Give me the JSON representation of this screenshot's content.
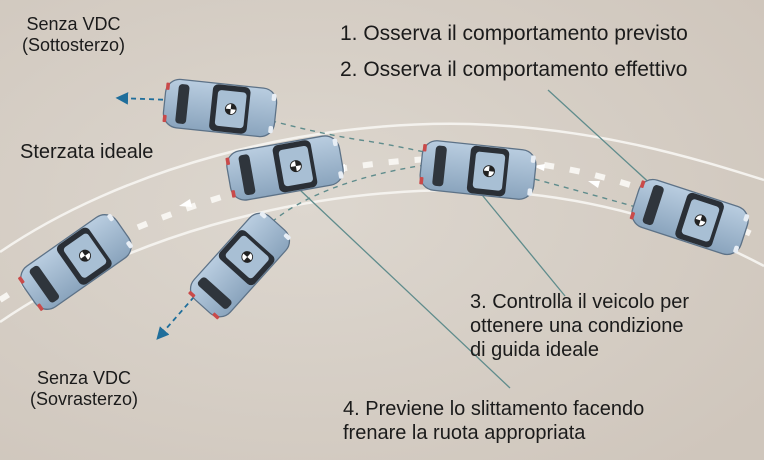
{
  "labels": {
    "top_left": "Senza VDC\n(Sottosterzo)",
    "ideal": "Sterzata ideale",
    "bottom_left": "Senza VDC\n(Sovrasterzo)"
  },
  "steps": {
    "step1": "1. Osserva il comportamento previsto",
    "step2": "2. Osserva il comportamento effettivo",
    "step3": "3. Controlla il veicolo per\nottenere una condizione\ndi guida ideale",
    "step4": "4. Previene lo slittamento facendo\nfrenare la ruota appropriata"
  },
  "colors": {
    "background": "#d9d2c9",
    "road_lines": "#f4f2ee",
    "car_body": "#9eb6cc",
    "leader_line": "#5f8c8c",
    "deviation_arrow": "#1f6e9b"
  },
  "icons": {
    "car": "car-top-view-icon",
    "arrow": "arrow-icon"
  }
}
